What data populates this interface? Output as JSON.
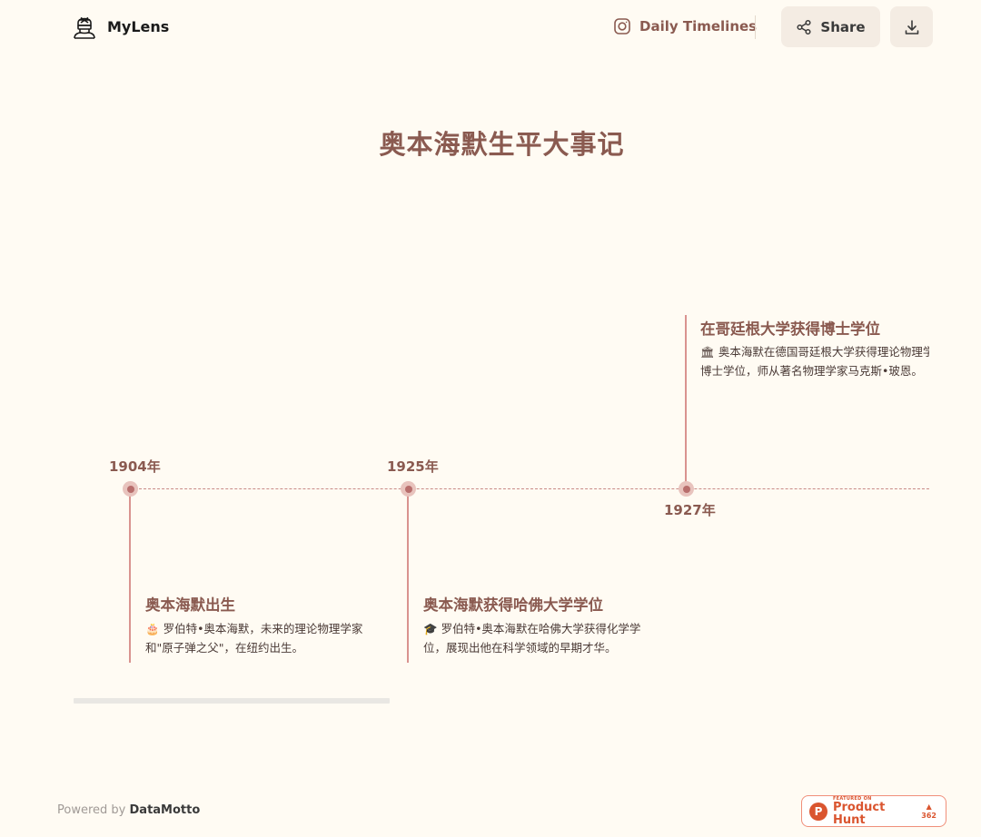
{
  "header": {
    "brand": "MyLens",
    "daily_label": "Daily Timelines",
    "share_label": "Share"
  },
  "page": {
    "title": "奥本海默生平大事记"
  },
  "timeline": {
    "events": [
      {
        "year": "1904年",
        "title": "奥本海默出生",
        "emoji": "🎂",
        "desc": "罗伯特•奥本海默，未来的理论物理学家和\"原子弹之父\"，在纽约出生。"
      },
      {
        "year": "1925年",
        "title": "奥本海默获得哈佛大学学位",
        "emoji": "🎓",
        "desc": "罗伯特•奥本海默在哈佛大学获得化学学位，展现出他在科学领域的早期才华。"
      },
      {
        "year": "1927年",
        "title": "在哥廷根大学获得博士学位",
        "emoji": "🏛",
        "desc": "奥本海默在德国哥廷根大学获得理论物理学博士学位，师从著名物理学家马克斯•玻恩。"
      }
    ]
  },
  "footer": {
    "powered_prefix": "Powered by",
    "powered_brand": "DataMotto",
    "ph_featured": "FEATURED ON",
    "ph_name": "Product Hunt",
    "ph_votes": "362"
  },
  "colors": {
    "background": "#fffbf3",
    "accent": "#8a5a50",
    "timeline_line": "#c98a86",
    "product_hunt": "#da552f"
  },
  "icons": {
    "logo": "mylens-logo-icon",
    "instagram": "instagram-icon",
    "share": "share-icon",
    "download": "download-icon"
  }
}
